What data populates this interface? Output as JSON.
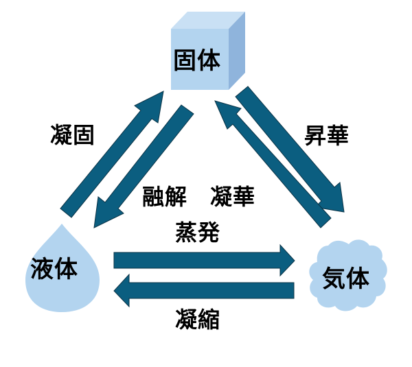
{
  "states": {
    "solid": {
      "label": "固体",
      "shape": "cube"
    },
    "liquid": {
      "label": "液体",
      "shape": "droplet"
    },
    "gas": {
      "label": "気体",
      "shape": "cloud"
    }
  },
  "transitions": {
    "freezing": {
      "label": "凝固",
      "from": "液体",
      "to": "固体"
    },
    "melting": {
      "label": "融解",
      "from": "固体",
      "to": "液体"
    },
    "sublimation": {
      "label": "昇華",
      "from": "固体",
      "to": "気体"
    },
    "deposition": {
      "label": "凝華",
      "from": "気体",
      "to": "固体"
    },
    "evaporation": {
      "label": "蒸発",
      "from": "液体",
      "to": "気体"
    },
    "condensation": {
      "label": "凝縮",
      "from": "気体",
      "to": "液体"
    }
  },
  "colors": {
    "arrow_fill": "#0b5e80",
    "arrow_stroke": "#0a3346",
    "shape_fill": "#b3d4ef",
    "cube_side": "#8fb4dc",
    "cube_top": "#c9e0f4",
    "text": "#000000"
  }
}
